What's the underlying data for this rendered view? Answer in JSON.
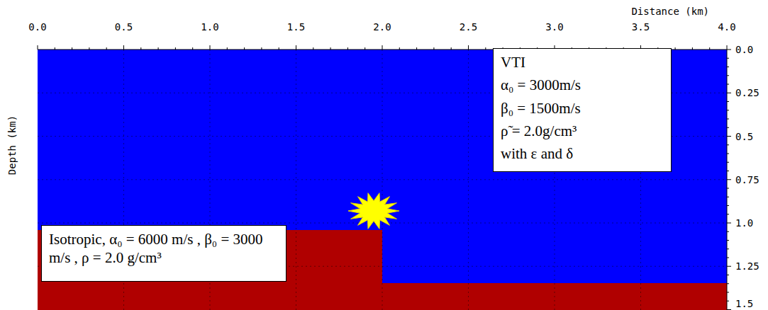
{
  "diagram": {
    "nodes": [
      {
        "text": [
          "VTI",
          "α₀ = 3000m/s",
          "β₀ = 1500m/s",
          "ρ̃ = 2.0g/cm³",
          "with ε and δ"
        ]
      },
      {
        "text": [
          "Isotropic, α₀ = 6000 m/s , β₀ = 3000 m/s , ρ = 2.0 g/cm³"
        ]
      }
    ],
    "edges": [],
    "labels": [
      "Distance (km)",
      "0.0",
      "0.5",
      "1.0",
      "1.5",
      "2.0",
      "2.5",
      "3.0",
      "3.5",
      "4.0",
      "0.0",
      "0.25",
      "0.5",
      "0.75",
      "1.0",
      "1.25",
      "1.5",
      "Depth (km)"
    ]
  }
}
